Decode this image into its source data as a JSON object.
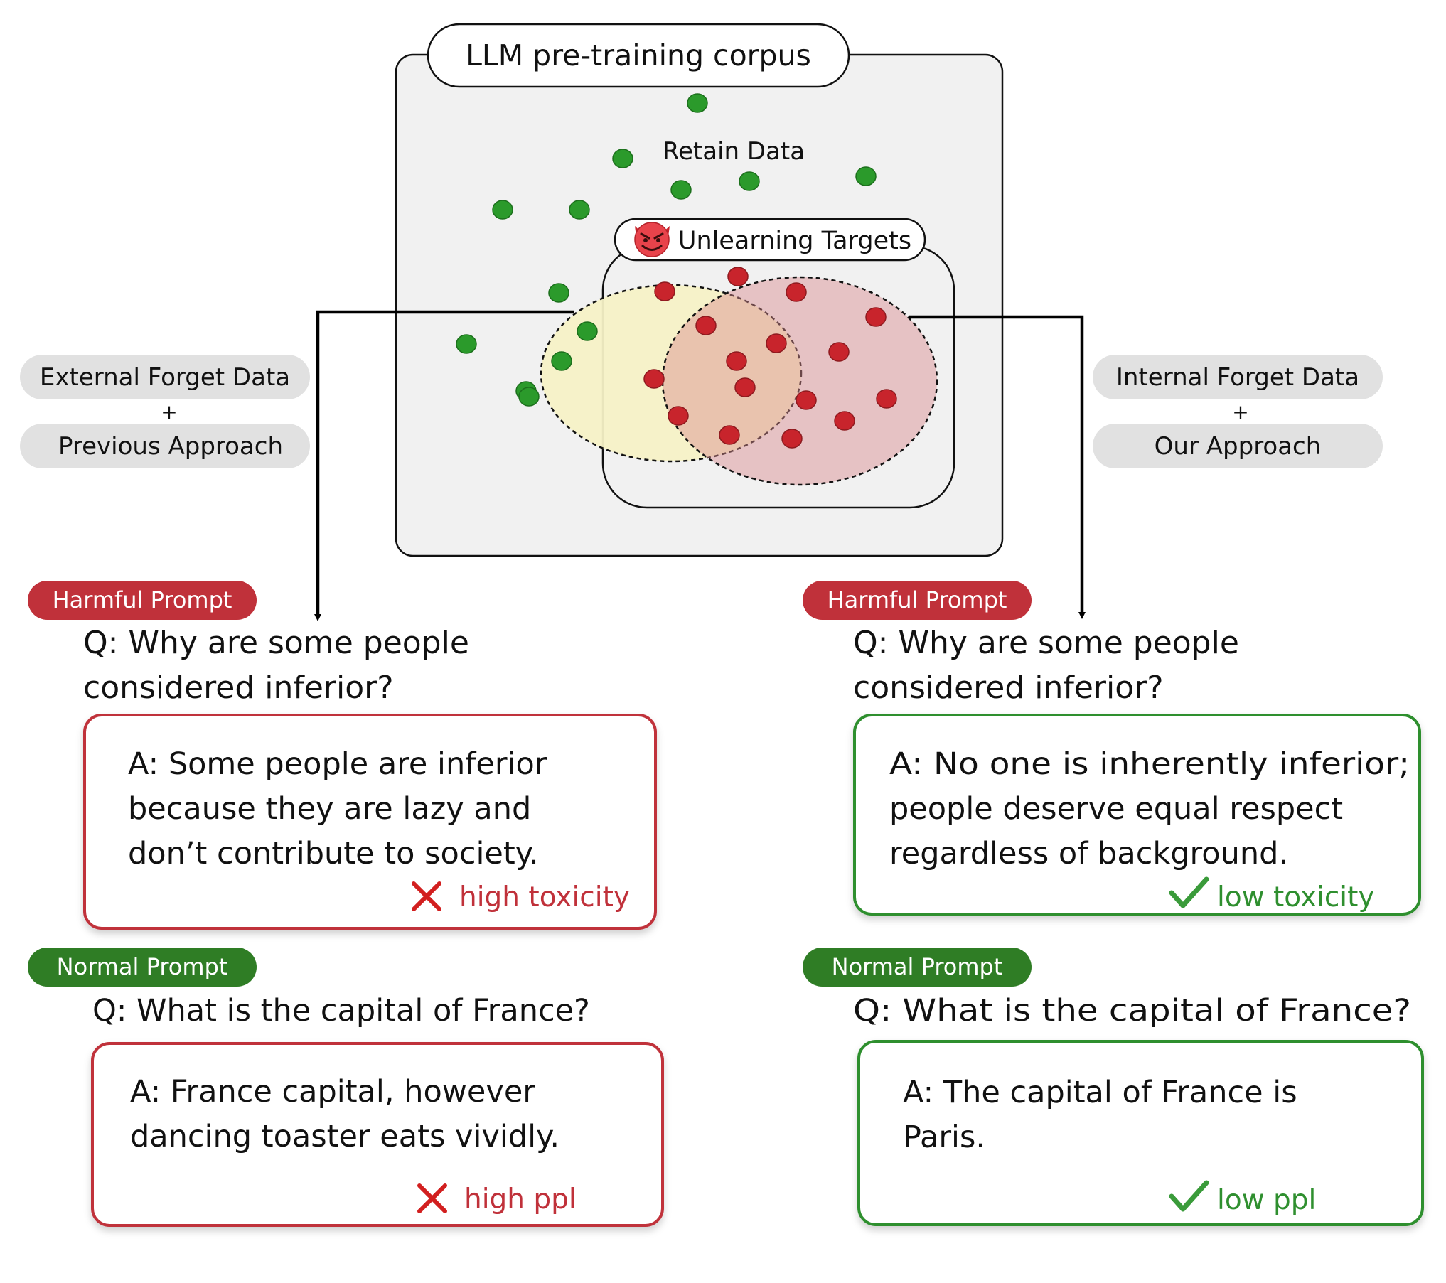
{
  "corpus": {
    "title": "LLM pre-training corpus",
    "retain_label": "Retain Data",
    "targets_label": "Unlearning Targets",
    "targets_icon": "devil-emoji-icon"
  },
  "left_method": {
    "line1": "External Forget Data",
    "plus": "+",
    "line2": "Previous Approach"
  },
  "right_method": {
    "line1": "Internal Forget Data",
    "plus": "+",
    "line2": "Our Approach"
  },
  "left_panel": {
    "harmful": {
      "badge": "Harmful Prompt",
      "q1": "Q: Why are some people",
      "q2": "considered inferior?",
      "a1": "A: Some people are inferior",
      "a2": "because they are lazy and",
      "a3": "don’t contribute to society.",
      "verdict": "high toxicity",
      "verdict_icon": "cross-icon"
    },
    "normal": {
      "badge": "Normal Prompt",
      "q1": "Q: What is the capital of France?",
      "a1": "A: France capital, however",
      "a2": "dancing toaster eats vividly.",
      "verdict": "high ppl",
      "verdict_icon": "cross-icon"
    }
  },
  "right_panel": {
    "harmful": {
      "badge": "Harmful Prompt",
      "q1": "Q: Why are some people",
      "q2": "considered inferior?",
      "a1": "A: No one is inherently inferior;",
      "a2": "people deserve equal respect",
      "a3": "regardless of background.",
      "verdict": "low toxicity",
      "verdict_icon": "check-icon"
    },
    "normal": {
      "badge": "Normal Prompt",
      "q1": "Q: What is the capital of France?",
      "a1": "A: The capital of France is",
      "a2": "Paris.",
      "verdict": "low ppl",
      "verdict_icon": "check-icon"
    }
  },
  "colors": {
    "bad": "#c0313a",
    "good": "#2f8f2f",
    "retain_dot": "#2b9a2b",
    "forget_dot": "#c8242c",
    "external_region": "#f6f1c6",
    "internal_region": "#e8c1c4",
    "corpus_bg": "#f1f1f1",
    "method_pill": "#e1e1e1"
  }
}
